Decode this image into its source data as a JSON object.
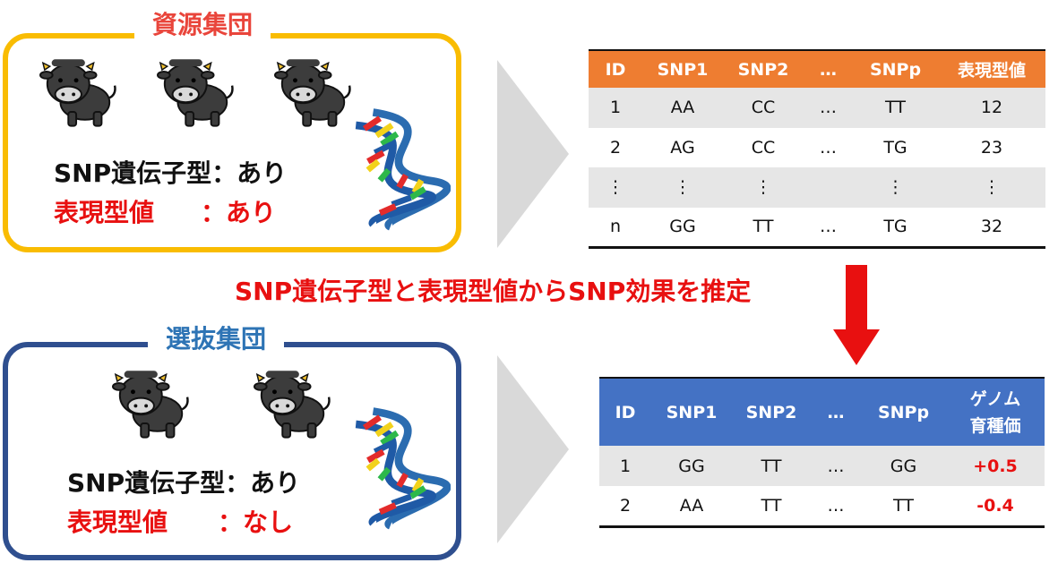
{
  "resource_group": {
    "title": "資源集団",
    "snp_label": "SNP遺伝子型",
    "snp_value": "：あり",
    "phenotype_label": "表現型値",
    "phenotype_value": "：あり"
  },
  "selection_group": {
    "title": "選抜集団",
    "snp_label": "SNP遺伝子型",
    "snp_value": "：あり",
    "phenotype_label": "表現型値",
    "phenotype_value": "：なし"
  },
  "estimate_caption": "SNP遺伝子型と表現型値からSNP効果を推定",
  "training_table": {
    "headers": [
      "ID",
      "SNP1",
      "SNP2",
      "…",
      "SNPp",
      "表現型値"
    ],
    "rows": [
      [
        "1",
        "AA",
        "CC",
        "…",
        "TT",
        "12"
      ],
      [
        "2",
        "AG",
        "CC",
        "…",
        "TG",
        "23"
      ],
      [
        "⋮",
        "⋮",
        "⋮",
        "",
        "⋮",
        "⋮"
      ],
      [
        "n",
        "GG",
        "TT",
        "…",
        "TG",
        "32"
      ]
    ]
  },
  "prediction_table": {
    "headers": [
      "ID",
      "SNP1",
      "SNP2",
      "…",
      "SNPp",
      "ゲノム",
      "育種価"
    ],
    "rows": [
      [
        "1",
        "GG",
        "TT",
        "…",
        "GG",
        "+0.5"
      ],
      [
        "2",
        "AA",
        "TT",
        "…",
        "TT",
        "-0.4"
      ]
    ]
  },
  "colors": {
    "resource_border": "#f9bc02",
    "selection_border": "#2f4f8f",
    "training_header": "#ee7d31",
    "prediction_header": "#4472c4",
    "accent_red": "#e81010"
  },
  "icons": [
    "cow-icon",
    "dna-helix-icon",
    "chevron-right-icon",
    "arrow-down-icon"
  ]
}
